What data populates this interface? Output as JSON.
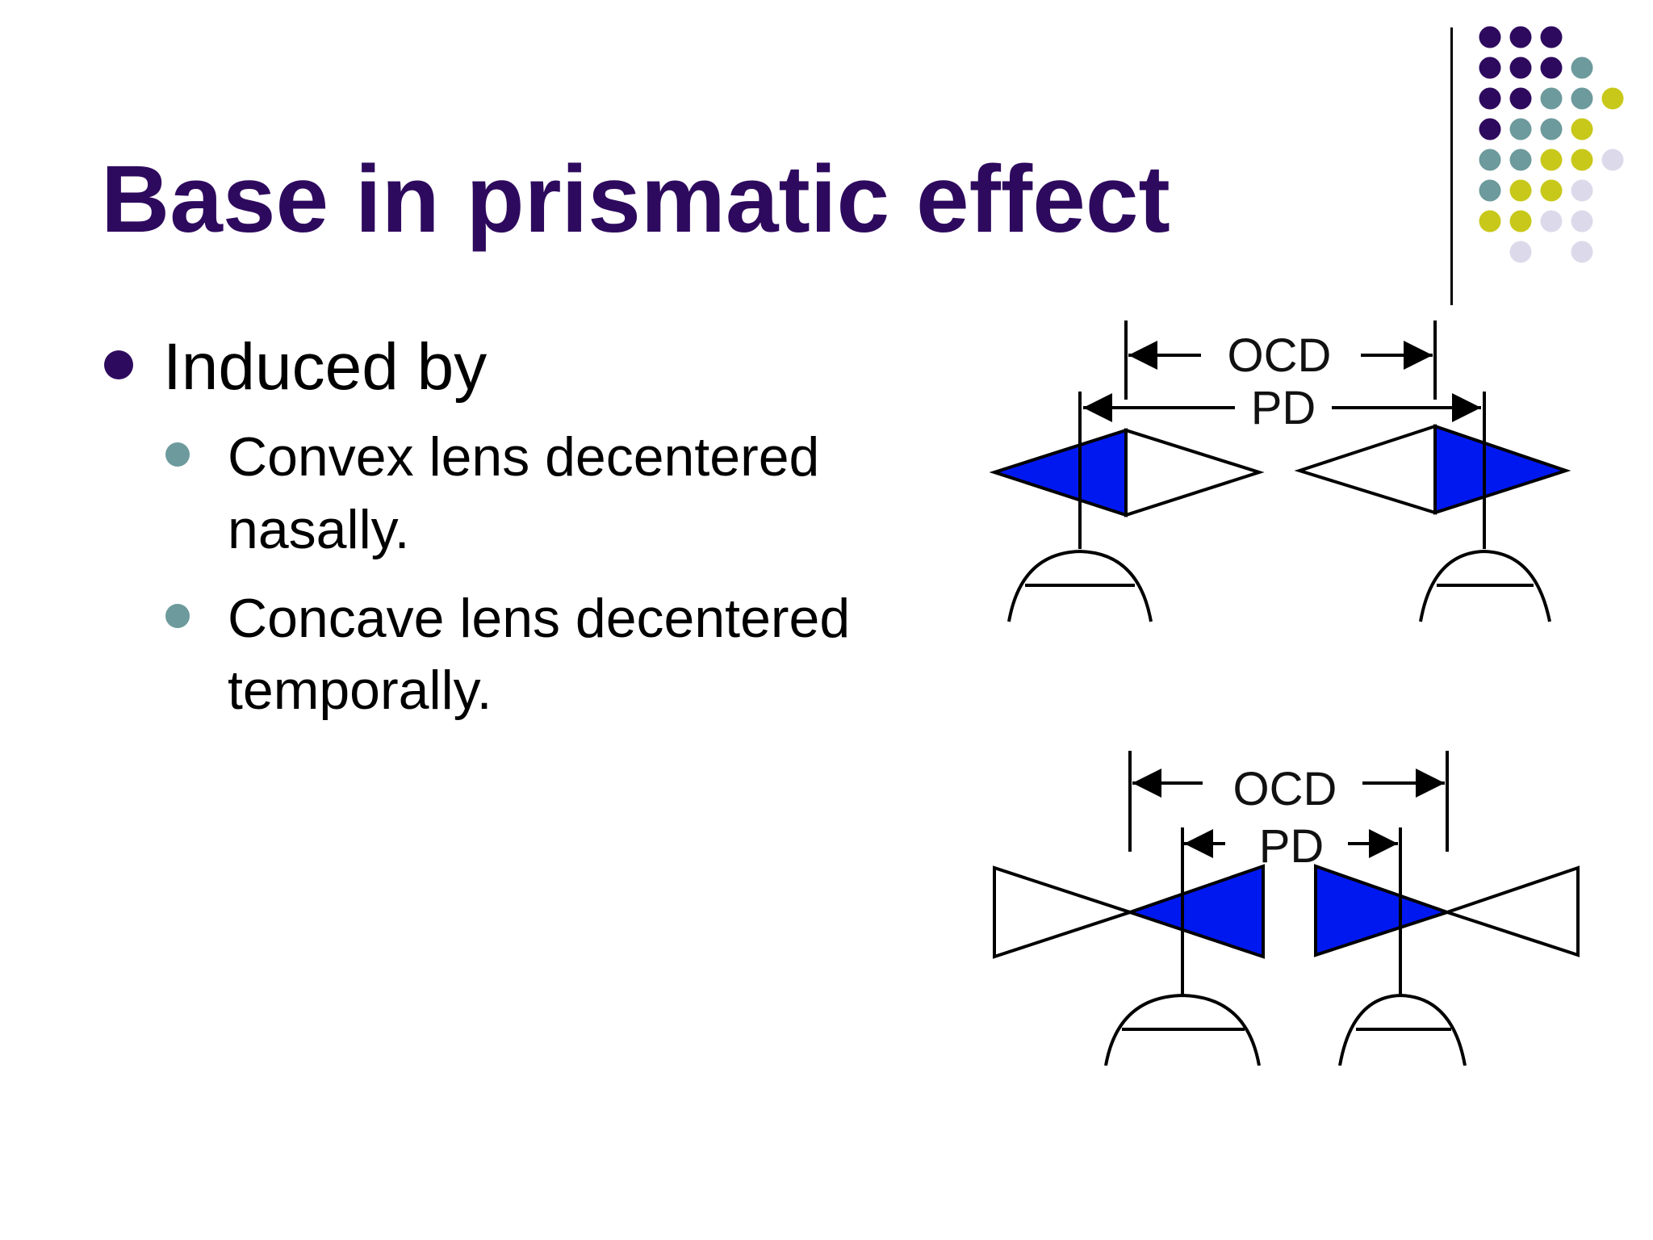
{
  "slide": {
    "title": "Base in prismatic effect",
    "bullets": [
      {
        "text": "Induced by",
        "children": [
          {
            "text": "Convex lens decentered nasally."
          },
          {
            "text": "Concave lens decentered temporally."
          }
        ]
      }
    ]
  },
  "diagram": {
    "top": {
      "ocd_label": "OCD",
      "pd_label": "PD"
    },
    "bottom": {
      "ocd_label": "OCD",
      "pd_label": "PD"
    }
  },
  "colors": {
    "title": "#2e0a5e",
    "bullet_main": "#2e0a5e",
    "bullet_sub": "#6d9a9c",
    "prism_fill": "#0018f0",
    "decor_purple": "#2e0a5e",
    "decor_teal": "#6d9a9c",
    "decor_yellow": "#c8c81a",
    "decor_lavender": "#dcdaea"
  }
}
